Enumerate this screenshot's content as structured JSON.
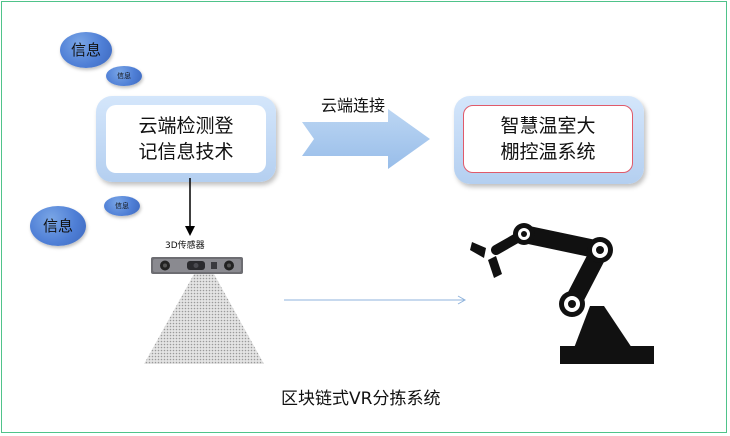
{
  "bubbles": {
    "info_top_large": "信息",
    "info_top_small": "信息",
    "info_bottom_small": "信息",
    "info_bottom_large": "信息"
  },
  "boxes": {
    "cloud_registration": "云端检测登\n记信息技术",
    "smart_greenhouse": "智慧温室大\n棚控温系统"
  },
  "arrow_label": "云端连接",
  "sensor_label": "3D传感器",
  "system_title": "区块链式VR分拣系统",
  "colors": {
    "bubble": "#4f7fd6",
    "box_outer": "#c4dcf6",
    "greenhouse_border": "#e05a6a",
    "arrow": "#a9c9ee",
    "frame": "#4fc38a"
  }
}
